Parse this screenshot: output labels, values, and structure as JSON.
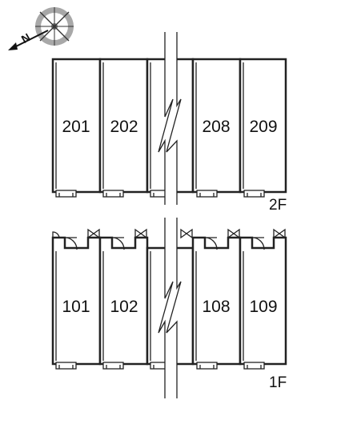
{
  "compass": {
    "icon": "compass-rose-icon",
    "north_letter": "N"
  },
  "floors": [
    {
      "label": "2F",
      "units": [
        {
          "number": "201"
        },
        {
          "number": "202"
        },
        {
          "number": ""
        },
        {
          "number": "208"
        },
        {
          "number": "209"
        }
      ]
    },
    {
      "label": "1F",
      "units": [
        {
          "number": "101"
        },
        {
          "number": "102"
        },
        {
          "number": ""
        },
        {
          "number": "108"
        },
        {
          "number": "109"
        }
      ]
    }
  ],
  "colors": {
    "line": "#222222",
    "compass_gray": "#999999",
    "background": "#ffffff"
  }
}
